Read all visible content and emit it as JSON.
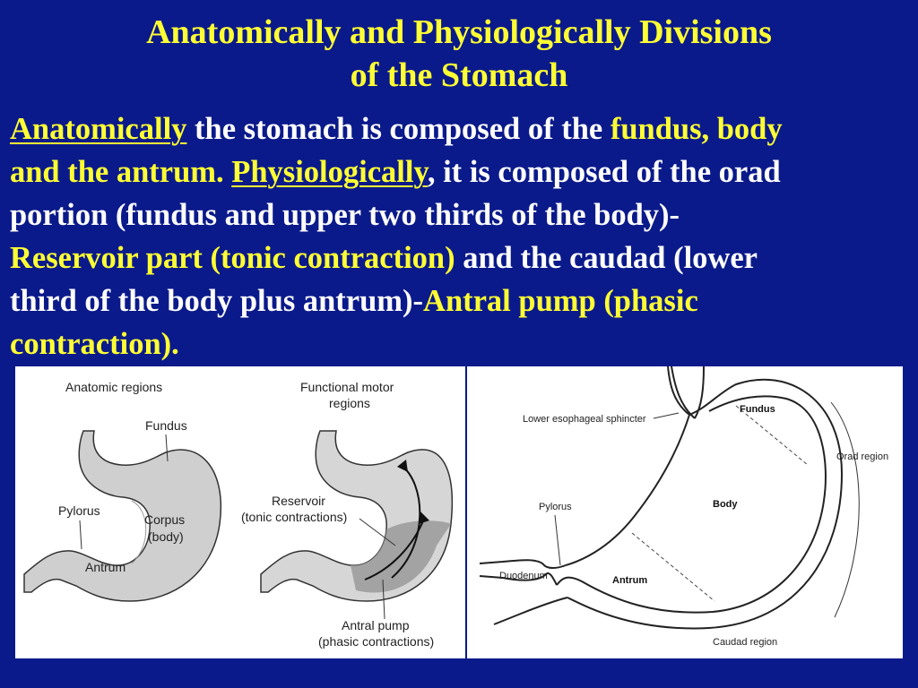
{
  "title": {
    "line1": "Anatomically and Physiologically Divisions",
    "line2": "of the Stomach"
  },
  "paragraph": {
    "l1_a": "Anatomically",
    "l1_b": " the stomach is composed of the ",
    "l1_c": "fundus, body",
    "l2_a": "and the antrum.",
    "l2_b": " ",
    "l2_c": "Physiologically",
    "l2_d": ", it is composed of the orad",
    "l3": "portion (fundus and upper two thirds of the body)-",
    "l4_a": "Reservoir part (tonic contraction)",
    "l4_b": " and the caudad (lower",
    "l5_a": "third of the body plus antrum)-",
    "l5_b": "Antral pump (phasic",
    "l6": "contraction)."
  },
  "left_figure": {
    "anatomic_title": "Anatomic regions",
    "fundus": "Fundus",
    "pylorus": "Pylorus",
    "corpus_1": "Corpus",
    "corpus_2": "(body)",
    "antrum": "Antrum",
    "functional_title_1": "Functional motor",
    "functional_title_2": "regions",
    "reservoir_1": "Reservoir",
    "reservoir_2": "(tonic contractions)",
    "antral_1": "Antral pump",
    "antral_2": "(phasic contractions)"
  },
  "right_figure": {
    "les": "Lower esophageal sphincter",
    "fundus": "Fundus",
    "orad": "Orad region",
    "pylorus": "Pylorus",
    "body": "Body",
    "duodenum": "Duodenum",
    "antrum": "Antrum",
    "caudad": "Caudad region"
  },
  "colors": {
    "background": "#0b1a8a",
    "title": "#ffff33",
    "text": "#ffffff",
    "highlight": "#ffff33"
  }
}
